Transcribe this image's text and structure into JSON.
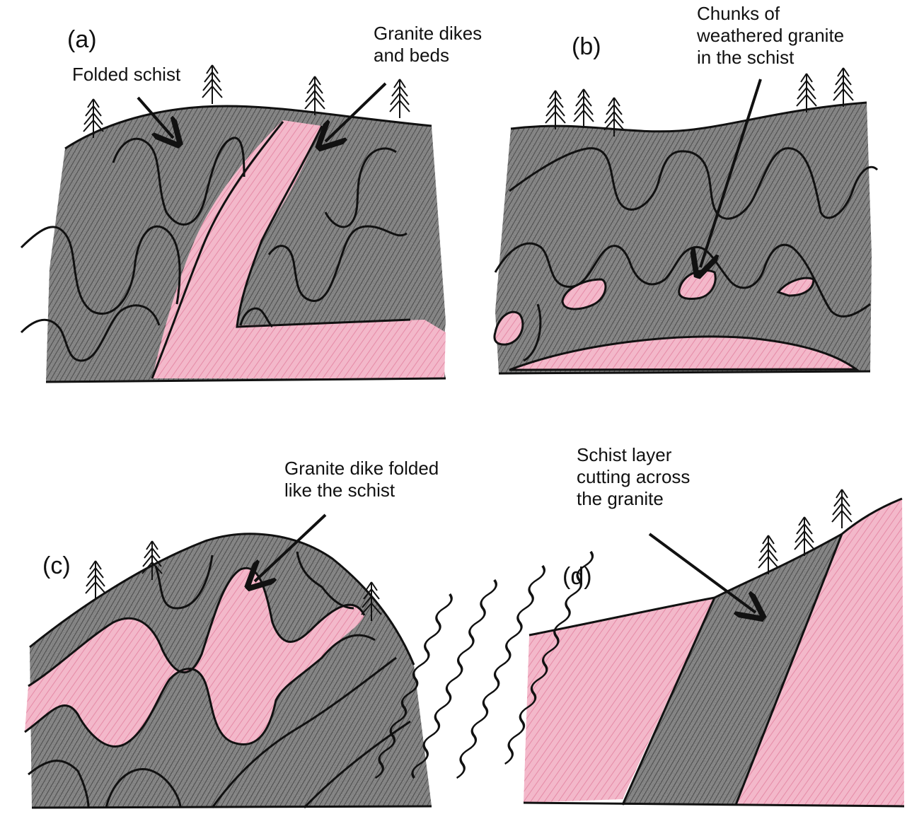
{
  "colors": {
    "schist": "#8b8b8b",
    "schist_dark": "#3f3f3f",
    "granite": "#eea0b8",
    "ink": "#111111",
    "background": "#ffffff"
  },
  "panels": {
    "a": {
      "letter": "(a)",
      "label_schist": "Folded schist",
      "label_granite": [
        "Granite dikes",
        "and beds"
      ]
    },
    "b": {
      "letter": "(b)",
      "label_chunks": [
        "Chunks of",
        "weathered  granite",
        "in  the schist"
      ]
    },
    "c": {
      "letter": "(c)",
      "label_dike": [
        "Granite dike folded",
        "like the schist"
      ]
    },
    "d": {
      "letter": "(d)",
      "label_layer": [
        "Schist layer",
        "cutting across",
        "the granite"
      ]
    }
  }
}
